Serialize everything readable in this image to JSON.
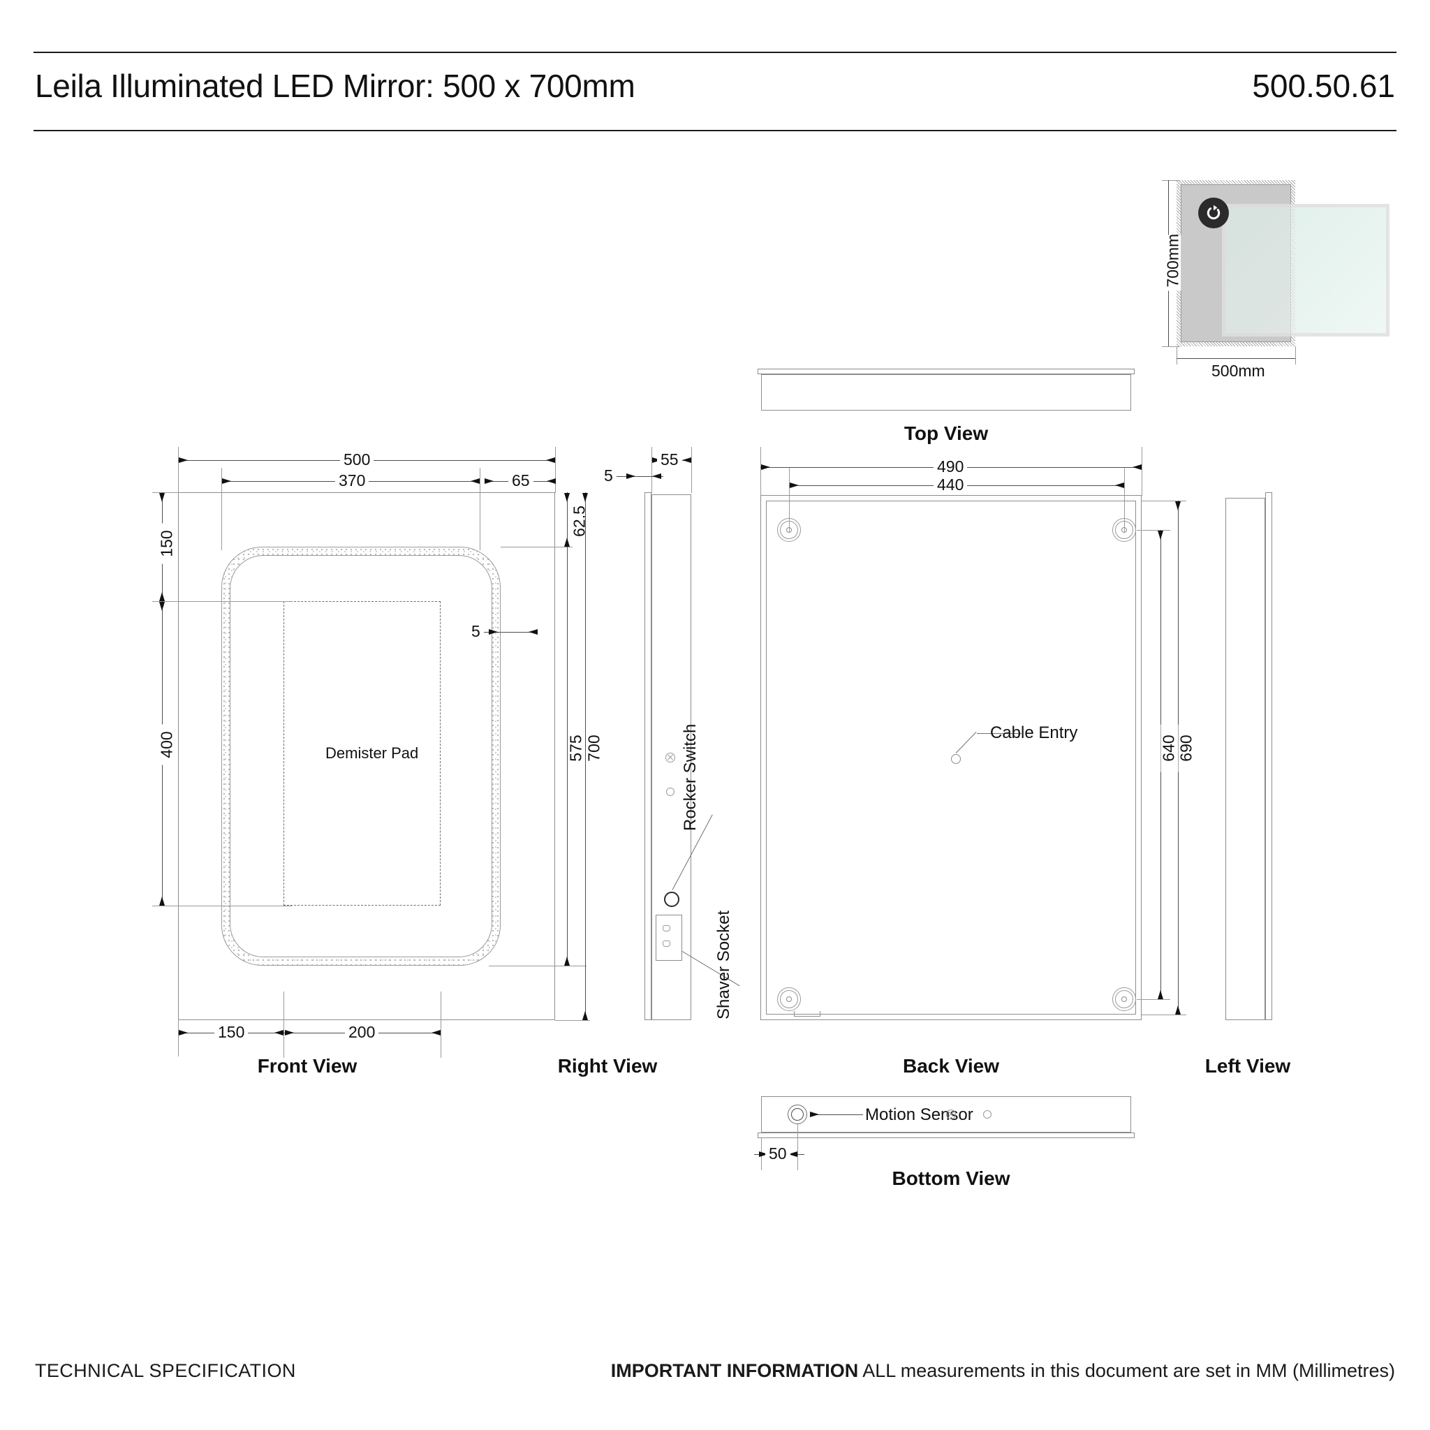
{
  "header": {
    "title": "Leila Illuminated LED Mirror: 500 x 700mm",
    "product_code": "500.50.61"
  },
  "footer": {
    "left": "TECHNICAL SPECIFICATION",
    "right_strong": "IMPORTANT INFORMATION",
    "right_text": " ALL measurements in this document are set in MM (Millimetres)"
  },
  "orientation_thumb": {
    "width_label": "500mm",
    "height_label": "700mm",
    "icon": "rotate-icon"
  },
  "views": {
    "front": {
      "label": "Front View",
      "annotations": {
        "demister_pad": "Demister Pad"
      },
      "dims": {
        "overall_width": "500",
        "led_width": "370",
        "right_offset": "65",
        "top_offset": "62.5",
        "top_section": "150",
        "mid_section": "400",
        "led_height": "575",
        "overall_height": "700",
        "led_thickness": "5",
        "bottom_left": "150",
        "bottom_mid": "200"
      }
    },
    "right": {
      "label": "Right View",
      "annotations": {
        "rocker_switch": "Rocker Switch",
        "shaver_socket": "Shaver Socket"
      },
      "dims": {
        "depth": "55",
        "glass": "5"
      }
    },
    "back": {
      "label": "Back View",
      "annotations": {
        "cable_entry": "Cable Entry"
      },
      "dims": {
        "outer_width": "490",
        "fixing_width": "440",
        "fixing_height": "640",
        "outer_height": "690"
      }
    },
    "left": {
      "label": "Left View"
    },
    "top": {
      "label": "Top View"
    },
    "bottom": {
      "label": "Bottom View",
      "annotations": {
        "motion_sensor": "Motion Sensor"
      },
      "dims": {
        "sensor_offset": "50"
      }
    }
  },
  "colors": {
    "line": "#8c8c8c",
    "text": "#111111",
    "badge": "#2b2b2b",
    "glass": "#dceee9",
    "mirror_body": "#c9c9c9"
  }
}
